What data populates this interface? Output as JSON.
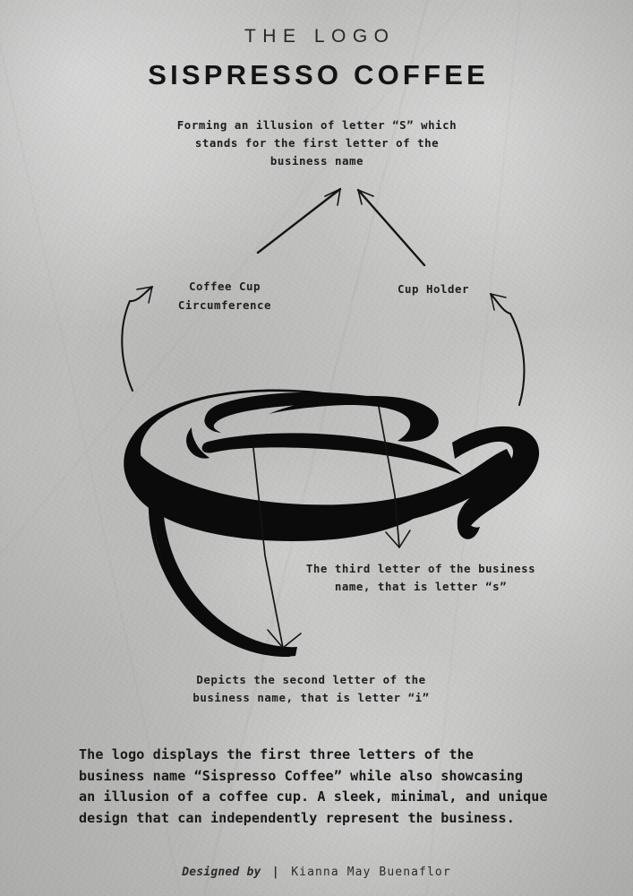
{
  "poster": {
    "background_color": "#c4c4c3",
    "ink_color": "#141414"
  },
  "header": {
    "kicker": "THE LOGO",
    "brand": "SISPRESSO COFFEE"
  },
  "annotations": [
    {
      "id": "forming-illusion-s",
      "lines": [
        "Forming an illusion of letter “S” which",
        "stands for the first letter of the",
        "business name"
      ]
    },
    {
      "id": "coffee-cup-circumference",
      "lines": [
        "Coffee Cup",
        "Circumference"
      ]
    },
    {
      "id": "cup-holder",
      "lines": [
        "Cup Holder"
      ]
    },
    {
      "id": "third-letter-s",
      "lines": [
        "The third letter of the business",
        "name, that is letter “s”"
      ]
    },
    {
      "id": "second-letter-i",
      "lines": [
        "Depicts the second letter of the",
        "business name, that is letter “i”"
      ]
    }
  ],
  "blurb": {
    "lines": [
      "The logo displays the first three letters of the",
      "business name “Sispresso Coffee” while also showcasing",
      "an illusion of a coffee cup. A sleek, minimal, and unique",
      "design that can independently represent the business."
    ]
  },
  "credit": {
    "by_label": "Designed by",
    "separator": "|",
    "name": "Kianna May Buenaflor"
  },
  "artwork": {
    "logo_name": "sispresso-coffee-cup-monogram",
    "description": "Brush-script monogram of the letters S, i, s drawn so the strokes read as a coffee cup with a handle",
    "icon_names": [
      "curved-arrow-up-left",
      "curved-arrow-up-right",
      "straight-arrow-up-left",
      "straight-arrow-up-right",
      "long-arrow-down-left",
      "arrow-down-right"
    ]
  }
}
